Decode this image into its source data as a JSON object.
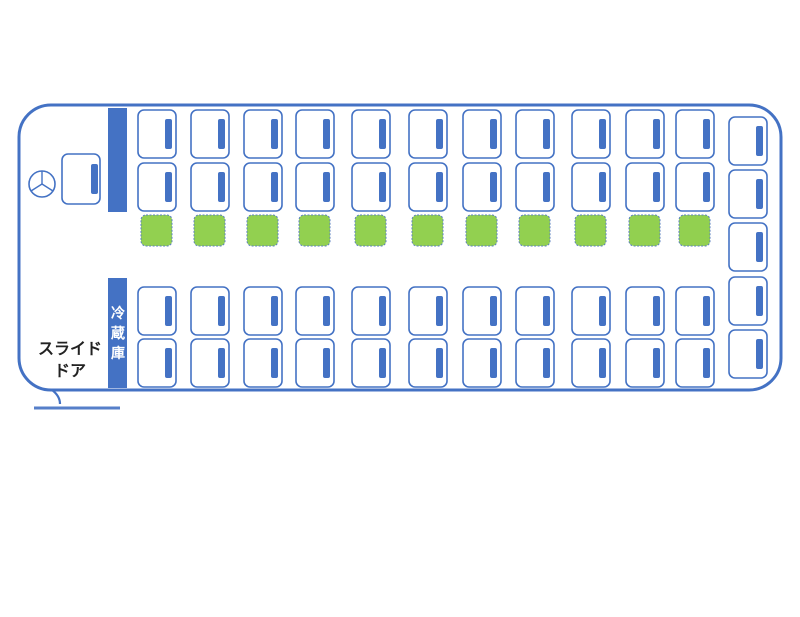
{
  "labels": {
    "slide_door_line1": "スライド",
    "slide_door_line2": "ドア",
    "fridge_char1": "冷",
    "fridge_char2": "蔵",
    "fridge_char3": "庫"
  },
  "seating": {
    "columns": 11,
    "rows_per_side": 2,
    "aux_seats": 11,
    "rear_seats": 5,
    "driver_seat": 1
  },
  "colors": {
    "outline": "#4472c4",
    "seat_back": "#4472c4",
    "aux_seat": "#92d050",
    "partition": "#4472c4",
    "label_on_dark": "#ffffff",
    "label_dark": "#222222"
  }
}
